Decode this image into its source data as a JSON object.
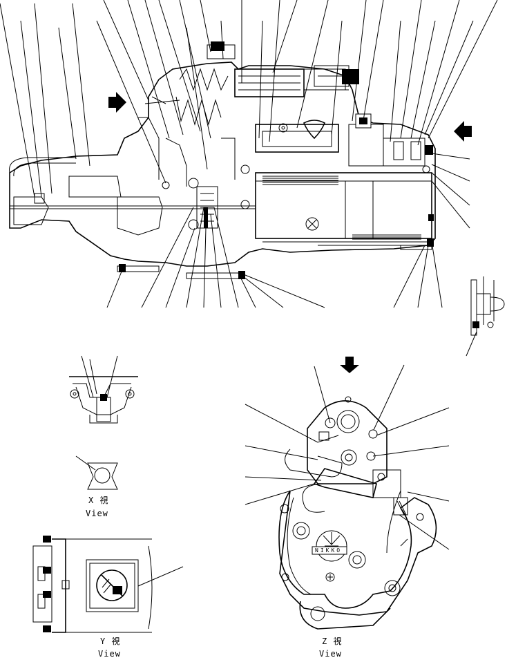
{
  "views": {
    "x": {
      "label": "X  視",
      "sublabel": "View"
    },
    "y": {
      "label": "Y  視",
      "sublabel": "View"
    },
    "z": {
      "label": "Z  視",
      "sublabel": "View"
    }
  },
  "nameplate": {
    "text": "NIKKO"
  },
  "icons": {
    "arrow_left_side": "arrow-right-icon",
    "arrow_right_side": "arrow-left-icon",
    "arrow_z": "arrow-down-icon",
    "warning_label": "no-water-spray-icon"
  }
}
